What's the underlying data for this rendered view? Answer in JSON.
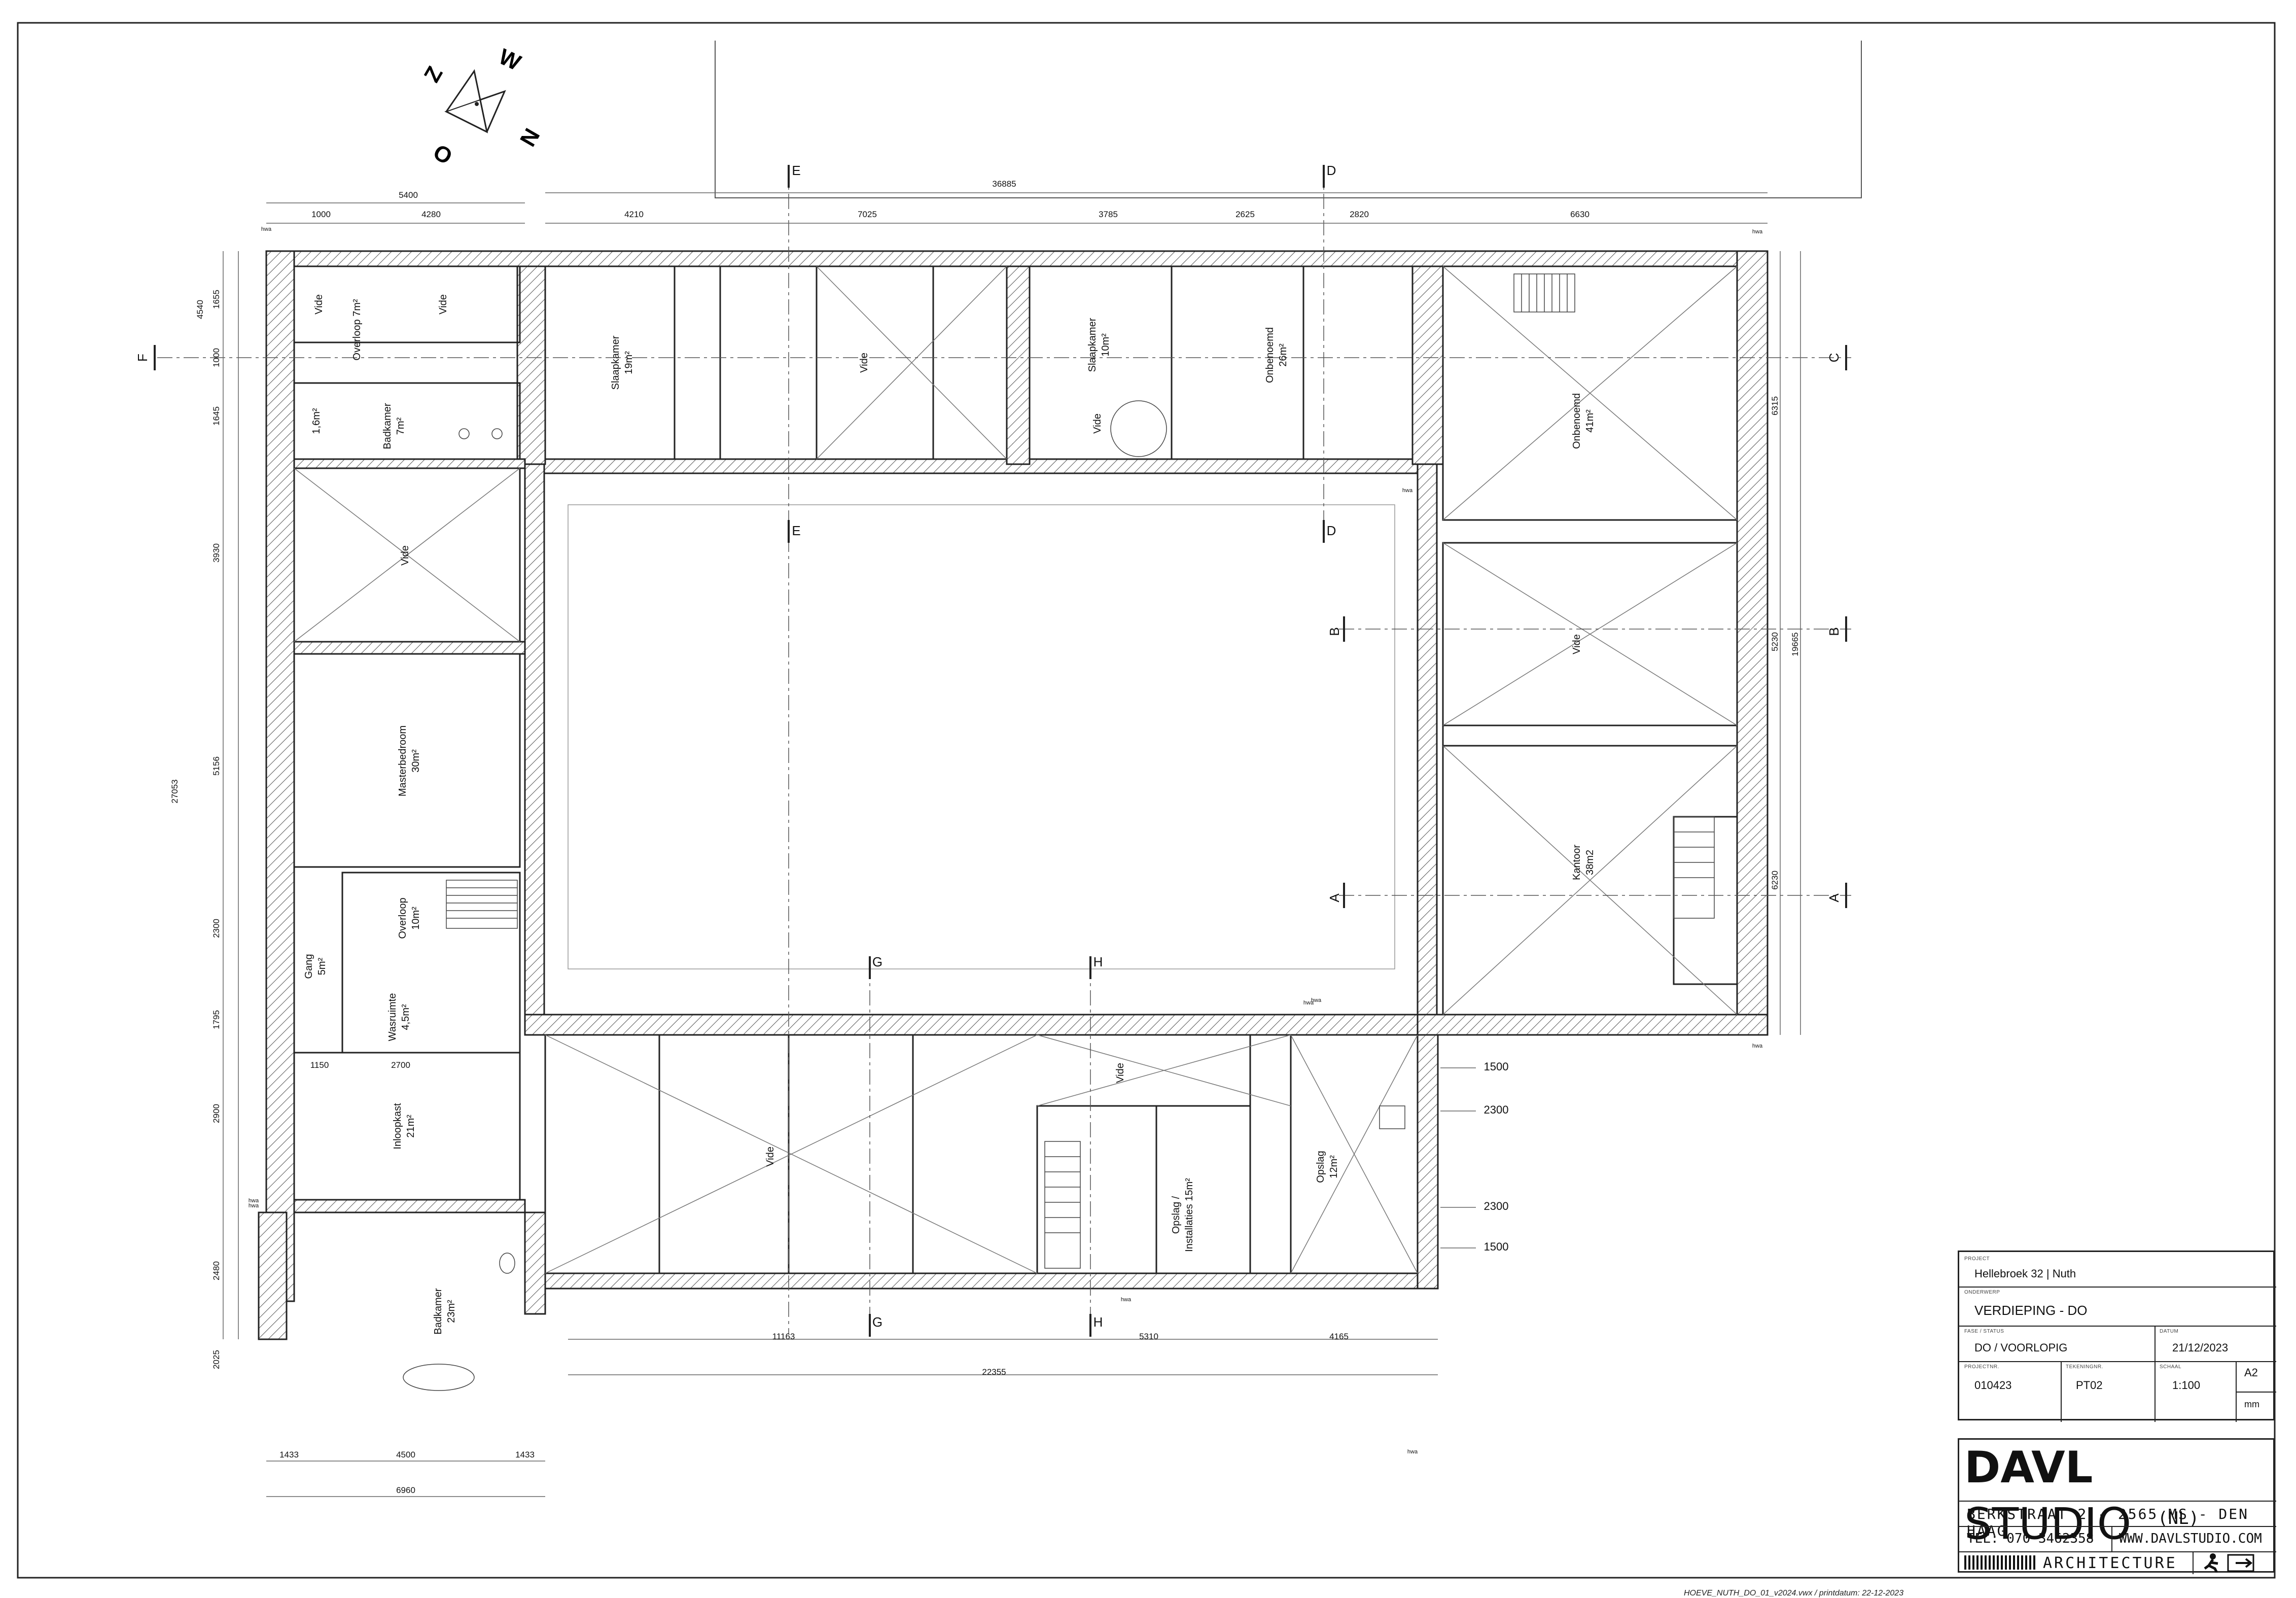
{
  "compass": {
    "letters": [
      "Z",
      "W",
      "N",
      "O"
    ]
  },
  "rooms": [
    {
      "id": "vide-nw1",
      "name": "Vide",
      "area": ""
    },
    {
      "id": "overloop-n",
      "name": "Overloop 7m²",
      "area": ""
    },
    {
      "id": "vide-nw2",
      "name": "Vide",
      "area": ""
    },
    {
      "id": "room-16",
      "name": "1,6m²",
      "area": ""
    },
    {
      "id": "badkamer-n",
      "name": "Badkamer",
      "area": "7m²"
    },
    {
      "id": "slaapkamer-19",
      "name": "Slaapkamer",
      "area": "19m²"
    },
    {
      "id": "vide-n",
      "name": "Vide",
      "area": ""
    },
    {
      "id": "slaapkamer-10",
      "name": "Slaapkamer",
      "area": "10m²"
    },
    {
      "id": "vide-stair",
      "name": "Vide",
      "area": ""
    },
    {
      "id": "onbenoemd-26",
      "name": "Onbenoemd",
      "area": "26m²"
    },
    {
      "id": "onbenoemd-41",
      "name": "Onbenoemd",
      "area": "41m²"
    },
    {
      "id": "vide-w",
      "name": "Vide",
      "area": ""
    },
    {
      "id": "vide-e",
      "name": "Vide",
      "area": ""
    },
    {
      "id": "masterbedroom",
      "name": "Masterbedroom",
      "area": "30m²"
    },
    {
      "id": "kantoor",
      "name": "Kantoor",
      "area": "38m2"
    },
    {
      "id": "overloop-w",
      "name": "Overloop",
      "area": "10m²"
    },
    {
      "id": "gang",
      "name": "Gang",
      "area": "5m²"
    },
    {
      "id": "wasruimte",
      "name": "Wasruimte",
      "area": "4,5m²"
    },
    {
      "id": "inloopkast",
      "name": "Inloopkast",
      "area": "21m²"
    },
    {
      "id": "vide-s",
      "name": "Vide",
      "area": ""
    },
    {
      "id": "vide-s2",
      "name": "Vide",
      "area": ""
    },
    {
      "id": "opslag-15",
      "name": "Opslag /",
      "area": "Installaties 15m²"
    },
    {
      "id": "opslag-12",
      "name": "Opslag",
      "area": "12m²"
    },
    {
      "id": "badkamer-s",
      "name": "Badkamer",
      "area": "23m²"
    }
  ],
  "section_markers": [
    "E",
    "D",
    "E",
    "D",
    "F",
    "C",
    "B",
    "B",
    "A",
    "A",
    "G",
    "H",
    "G",
    "H"
  ],
  "dimensions": {
    "top": [
      "5400",
      "1000",
      "4280",
      "4210",
      "7025",
      "3785",
      "2625",
      "2820",
      "6630",
      "36885"
    ],
    "left": [
      "4540",
      "1655",
      "1000",
      "1645",
      "3930",
      "5156",
      "27053",
      "2300",
      "1795",
      "2900",
      "2480",
      "2025"
    ],
    "right": [
      "6315",
      "5230",
      "19665",
      "6230"
    ],
    "inner": [
      "1150",
      "2700"
    ],
    "south_east": [
      "1500",
      "2300",
      "2300",
      "1500"
    ],
    "bottom": [
      "11163",
      "5310",
      "4165",
      "22355",
      "1433",
      "4500",
      "1433",
      "6960"
    ]
  },
  "small_notes": [
    "hwa",
    "hwa",
    "hwa",
    "hwa",
    "hwa",
    "hwa",
    "hwa",
    "hwa",
    "hwa",
    "hwa"
  ],
  "title_block": {
    "project_label": "PROJECT",
    "project": "Hellebroek 32 | Nuth",
    "onderwerp_label": "ONDERWERP",
    "onderwerp": "VERDIEPING - DO",
    "fase_label": "FASE / STATUS",
    "fase": "DO / VOORLOPIG",
    "datum_label": "DATUM",
    "datum": "21/12/2023",
    "projectnr_label": "PROJECTNR.",
    "projectnr": "010423",
    "tekeningnr_label": "TEKENINGNR.",
    "tekeningnr": "PT02",
    "schaal_label": "SCHAAL",
    "schaal": "1:100",
    "format": "A2",
    "unit": "mm"
  },
  "brand": {
    "name_bold": "DAVL",
    "name_rest": "STUDIO",
    "suffix": "(NL)",
    "address": "BERKSTRAAT 2 - 2565 MS - DEN HAAG",
    "tel": "TEL: 070 3462358",
    "web": "WWW.DAVLSTUDIO.COM",
    "tagline": "ARCHITECTURE"
  },
  "file_note": "HOEVE_NUTH_DO_01_v2024.vwx  /  printdatum:  22-12-2023",
  "colors": {
    "line": "#222222",
    "hatch": "#555555",
    "thin": "#888888",
    "paper": "#ffffff"
  }
}
